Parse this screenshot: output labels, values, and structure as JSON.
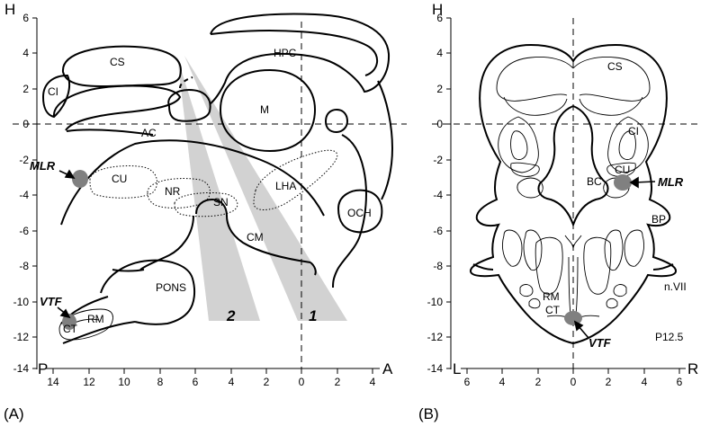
{
  "panel_a": {
    "panel_label": "(A)",
    "y_axis_title": "H",
    "y_ticks": [
      "6",
      "4",
      "2",
      "0",
      "-2",
      "-4",
      "-6",
      "-8",
      "-10",
      "-12",
      "-14"
    ],
    "x_ticks": [
      "14",
      "12",
      "10",
      "8",
      "6",
      "4",
      "2",
      "0",
      "2",
      "4"
    ],
    "x_left_end": "P",
    "x_right_end": "A",
    "structures": [
      "CS",
      "CI",
      "HPC",
      "M",
      "AC",
      "CU",
      "NR",
      "SN",
      "LHA",
      "OCH",
      "CM",
      "PONS",
      "RM",
      "CT"
    ],
    "annotations": [
      "MLR",
      "VTF"
    ],
    "approach_labels": [
      "2",
      "1"
    ],
    "approach_fill": "#d2d2d2",
    "marker_fill": "#808080"
  },
  "panel_b": {
    "panel_label": "(B)",
    "y_axis_title": "H",
    "y_ticks": [
      "6",
      "4",
      "2",
      "0",
      "-2",
      "-4",
      "-6",
      "-8",
      "-10",
      "-12",
      "-14"
    ],
    "x_ticks": [
      "6",
      "4",
      "2",
      "0",
      "2",
      "4",
      "6"
    ],
    "x_left_end": "L",
    "x_right_end": "R",
    "structures": [
      "CS",
      "CI",
      "BC",
      "CU",
      "BP",
      "n.VII",
      "RM",
      "CT"
    ],
    "annotations": [
      "MLR",
      "VTF"
    ],
    "section_label": "P12.5",
    "marker_fill": "#808080"
  }
}
